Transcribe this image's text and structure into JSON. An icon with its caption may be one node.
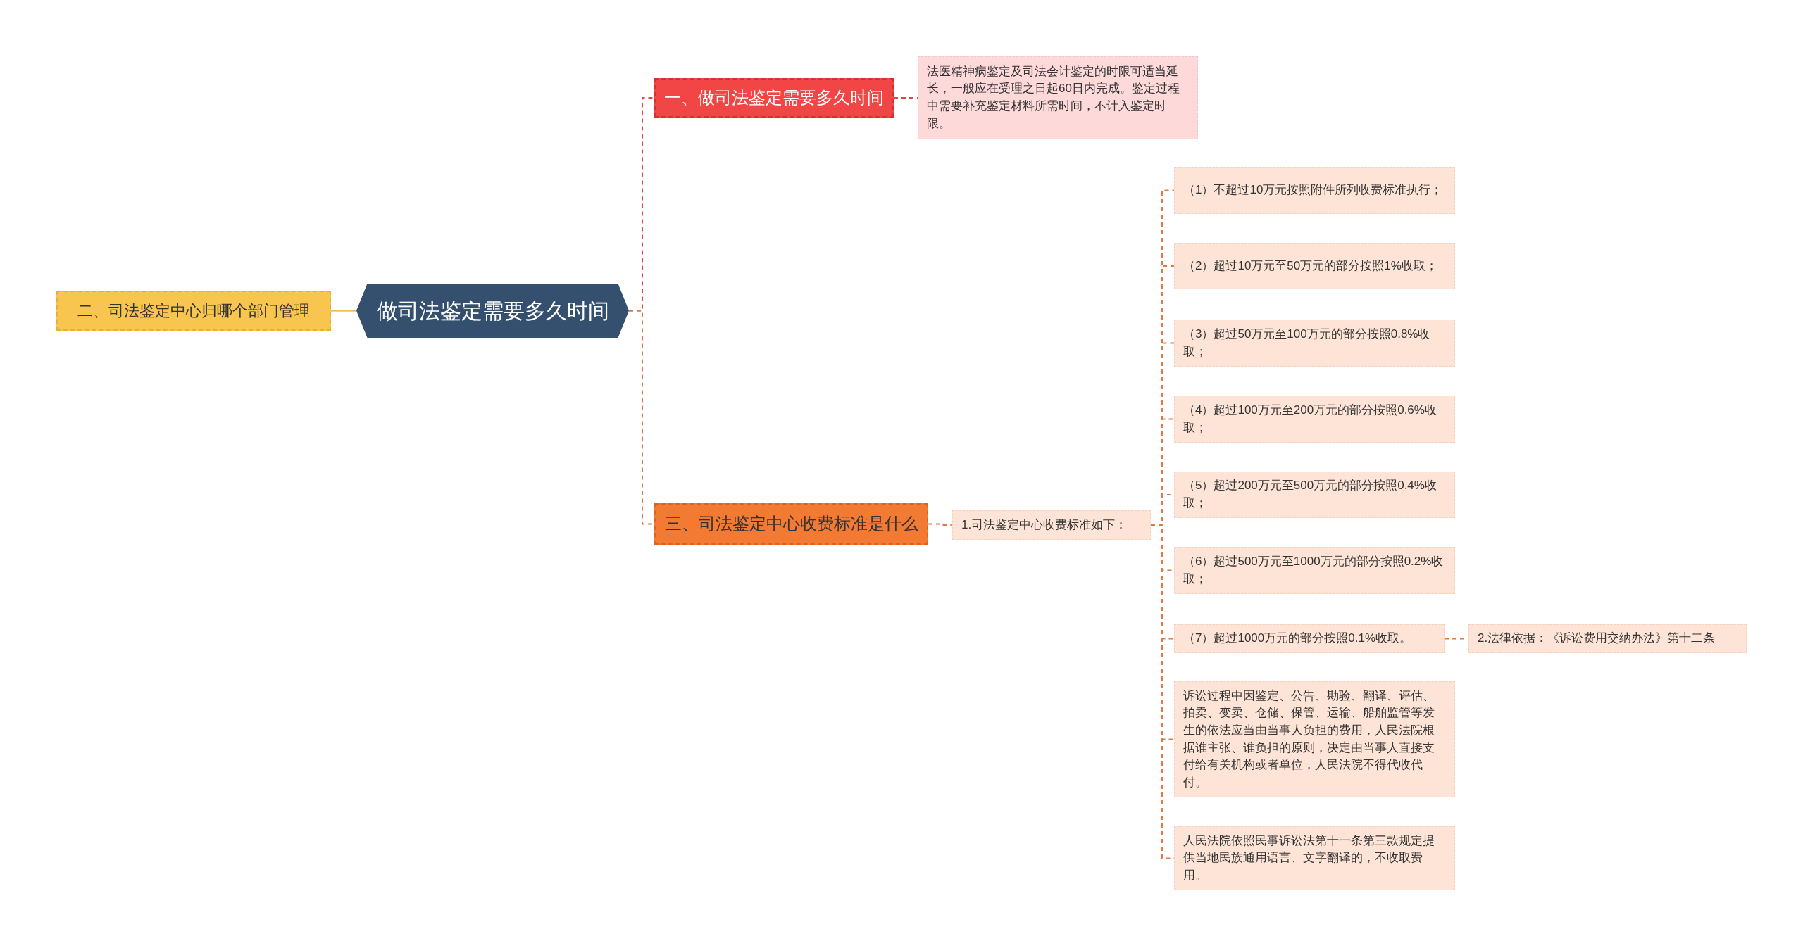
{
  "diagram": {
    "nodes": [
      {
        "text": [
          "做司法鉴定需要多久时间"
        ]
      },
      {
        "text": [
          "一、做司法鉴定需要多久时间"
        ]
      },
      {
        "text": [
          "法医精神病鉴定及司法会计鉴定的时限可适当延长，一般应在受理之日起60日内完成。鉴定过程中需要补充鉴定材料所需时间，不计入鉴定时限。"
        ]
      },
      {
        "text": [
          "二、司法鉴定中心归哪个部门管理"
        ]
      },
      {
        "text": [
          "三、司法鉴定中心收费标准是什么"
        ]
      },
      {
        "text": [
          "1.司法鉴定中心收费标准如下："
        ]
      },
      {
        "text": [
          "（1）不超过10万元按照附件所列收费标准执行；"
        ]
      },
      {
        "text": [
          "（2）超过10万元至50万元的部分按照1%收取；"
        ]
      },
      {
        "text": [
          "（3）超过50万元至100万元的部分按照0.8%收取；"
        ]
      },
      {
        "text": [
          "（4）超过100万元至200万元的部分按照0.6%收取；"
        ]
      },
      {
        "text": [
          "（5）超过200万元至500万元的部分按照0.4%收取；"
        ]
      },
      {
        "text": [
          "（6）超过500万元至1000万元的部分按照0.2%收取；"
        ]
      },
      {
        "text": [
          "（7）超过1000万元的部分按照0.1%收取。"
        ]
      },
      {
        "text": [
          "2.法律依据：《诉讼费用交纳办法》第十二条"
        ]
      },
      {
        "text": [
          "诉讼过程中因鉴定、公告、勘验、翻译、评估、拍卖、变卖、仓储、保管、运输、船舶监管等发生的依法应当由当事人负担的费用，人民法院根据谁主张、谁负担的原则，决定由当事人直接支付给有关机构或者单位，人民法院不得代收代付。"
        ]
      },
      {
        "text": [
          "人民法院依照民事诉讼法第十一条第三款规定提供当地民族通用语言、文字翻译的，不收取费用。"
        ]
      }
    ],
    "edges": [
      {
        "from": 0,
        "to": 1,
        "arrow": "none",
        "style": "dashed",
        "color": "#e04848"
      },
      {
        "from": 1,
        "to": 2,
        "arrow": "none",
        "style": "dashed",
        "color": "#e04848"
      },
      {
        "from": 0,
        "to": 3,
        "arrow": "none",
        "color": "#f5c04a"
      },
      {
        "from": 0,
        "to": 4,
        "arrow": "none",
        "style": "dashed"
      },
      {
        "from": 4,
        "to": 5,
        "arrow": "none",
        "style": "dashed"
      },
      {
        "from": 5,
        "to": 6,
        "arrow": "none",
        "style": "dashed"
      },
      {
        "from": 5,
        "to": 7,
        "arrow": "none",
        "style": "dashed"
      },
      {
        "from": 5,
        "to": 8,
        "arrow": "none",
        "style": "dashed"
      },
      {
        "from": 5,
        "to": 9,
        "arrow": "none",
        "style": "dashed"
      },
      {
        "from": 5,
        "to": 10,
        "arrow": "none",
        "style": "dashed"
      },
      {
        "from": 5,
        "to": 11,
        "arrow": "none",
        "style": "dashed"
      },
      {
        "from": 5,
        "to": 12,
        "arrow": "none",
        "style": "dashed"
      },
      {
        "from": 12,
        "to": 13,
        "arrow": "none",
        "style": "dashed"
      },
      {
        "from": 5,
        "to": 14,
        "arrow": "none",
        "style": "dashed"
      },
      {
        "from": 5,
        "to": 15,
        "arrow": "none",
        "style": "dashed"
      }
    ]
  }
}
